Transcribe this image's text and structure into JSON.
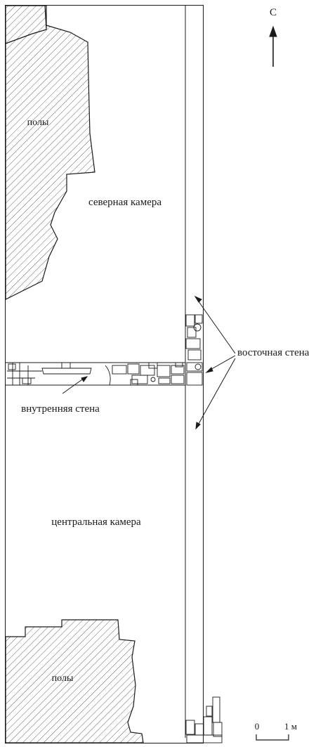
{
  "labels": {
    "north_chamber": "северная камера",
    "central_chamber": "центральная камера",
    "floor_north": "полы",
    "floor_south": "полы",
    "inner_wall": "внутренняя стена",
    "east_wall": "восточная стена"
  },
  "north_arrow": {
    "label": "С"
  },
  "scale_bar": {
    "start_label": "0",
    "end_label": "1 м"
  },
  "colors": {
    "line": "#1a1a1a",
    "hatch": "#555555",
    "background": "#ffffff"
  }
}
